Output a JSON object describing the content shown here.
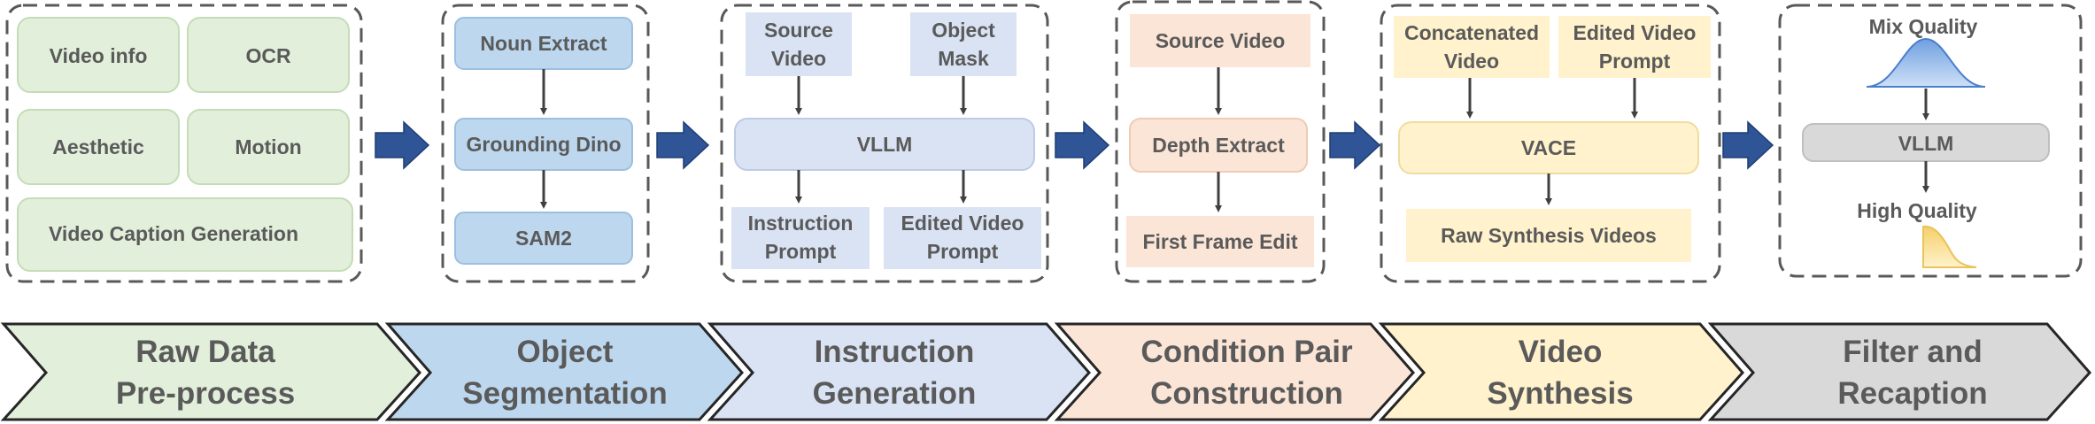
{
  "stages": [
    {
      "id": "s1",
      "label_lines": [
        "Raw Data",
        "Pre-process"
      ],
      "boxes": [
        "Video info",
        "OCR",
        "Aesthetic",
        "Motion",
        "Video Caption Generation"
      ]
    },
    {
      "id": "s2",
      "label_lines": [
        "Object",
        "Segmentation"
      ],
      "boxes": [
        "Noun Extract",
        "Grounding Dino",
        "SAM2"
      ]
    },
    {
      "id": "s3",
      "label_lines": [
        "Instruction",
        "Generation"
      ],
      "boxes": [
        [
          "Source",
          "Video"
        ],
        [
          "Object",
          "Mask"
        ],
        "VLLM",
        [
          "Instruction",
          "Prompt"
        ],
        [
          "Edited Video",
          "Prompt"
        ]
      ]
    },
    {
      "id": "s4",
      "label_lines": [
        "Condition Pair",
        "Construction"
      ],
      "boxes": [
        "Source Video",
        "Depth Extract",
        "First Frame Edit"
      ]
    },
    {
      "id": "s5",
      "label_lines": [
        "Video",
        "Synthesis"
      ],
      "boxes": [
        [
          "Concatenated",
          "Video"
        ],
        [
          "Edited Video",
          "Prompt"
        ],
        "VACE",
        "Raw Synthesis Videos"
      ]
    },
    {
      "id": "s6",
      "label_lines": [
        "Filter and",
        "Recaption"
      ],
      "boxes": [
        "Mix Quality",
        "VLLM",
        "High Quality"
      ]
    }
  ],
  "colors": {
    "green": "#e2efda",
    "green_stroke": "#c5dcb8",
    "blue": "#bdd7ee",
    "blue_stroke": "#9dbfe0",
    "lavender": "#dae3f3",
    "lavender_stroke": "#bccbe8",
    "peach": "#fbe5d6",
    "peach_stroke": "#f0cbb3",
    "yellow": "#fff2cc",
    "yellow_stroke": "#f0dca0",
    "gray": "#d9d9d9",
    "gray_stroke": "#bfbfbf",
    "arrow_blue": "#2f5597",
    "text": "#5a5a5a",
    "dash": "#595959"
  }
}
